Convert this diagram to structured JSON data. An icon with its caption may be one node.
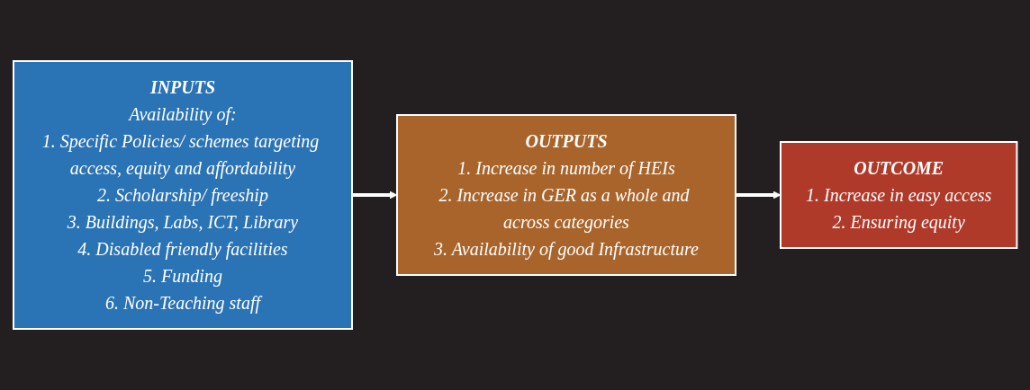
{
  "diagram": {
    "nodes": [
      {
        "text": [
          "INPUTS",
          "Availability of:",
          "1. Specific Policies/ schemes targeting access, equity and affordability",
          "2. Scholarship/ freeship",
          "3. Buildings, Labs, ICT, Library",
          "4. Disabled friendly facilities",
          "5. Funding",
          "6. Non-Teaching staff"
        ]
      },
      {
        "text": [
          "OUTPUTS",
          "1. Increase in number of HEIs",
          "2. Increase in GER as a whole and across categories",
          "3. Availability of good Infrastructure"
        ]
      },
      {
        "text": [
          "OUTCOME",
          "1. Increase in easy access",
          "2. Ensuring equity"
        ]
      }
    ],
    "edges": [
      {
        "from": 0,
        "to": 1,
        "arrow": "to"
      },
      {
        "from": 1,
        "to": 2,
        "arrow": "to"
      }
    ]
  }
}
